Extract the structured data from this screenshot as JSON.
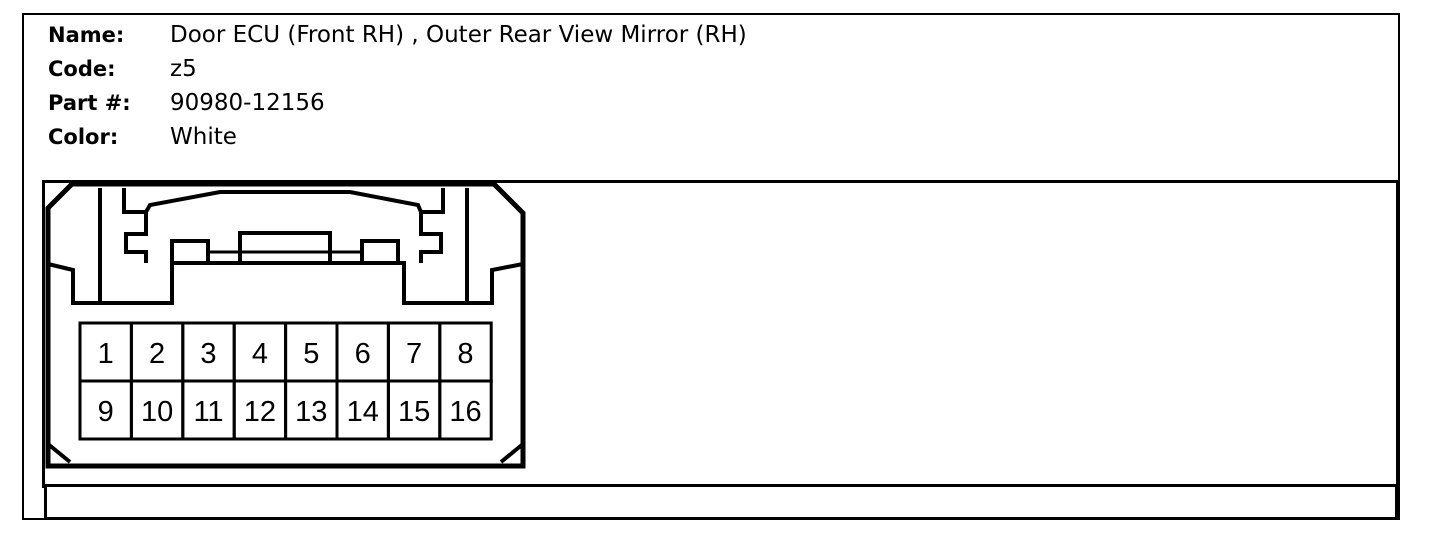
{
  "connector": {
    "name_label": "Name:",
    "name_value": "Door ECU (Front RH) , Outer Rear View Mirror (RH)",
    "code_label": "Code:",
    "code_value": "z5",
    "part_label": "Part #:",
    "part_value": "90980-12156",
    "color_label": "Color:",
    "color_value": "White"
  },
  "pins": [
    "1",
    "2",
    "3",
    "4",
    "5",
    "6",
    "7",
    "8",
    "9",
    "10",
    "11",
    "12",
    "13",
    "14",
    "15",
    "16"
  ]
}
